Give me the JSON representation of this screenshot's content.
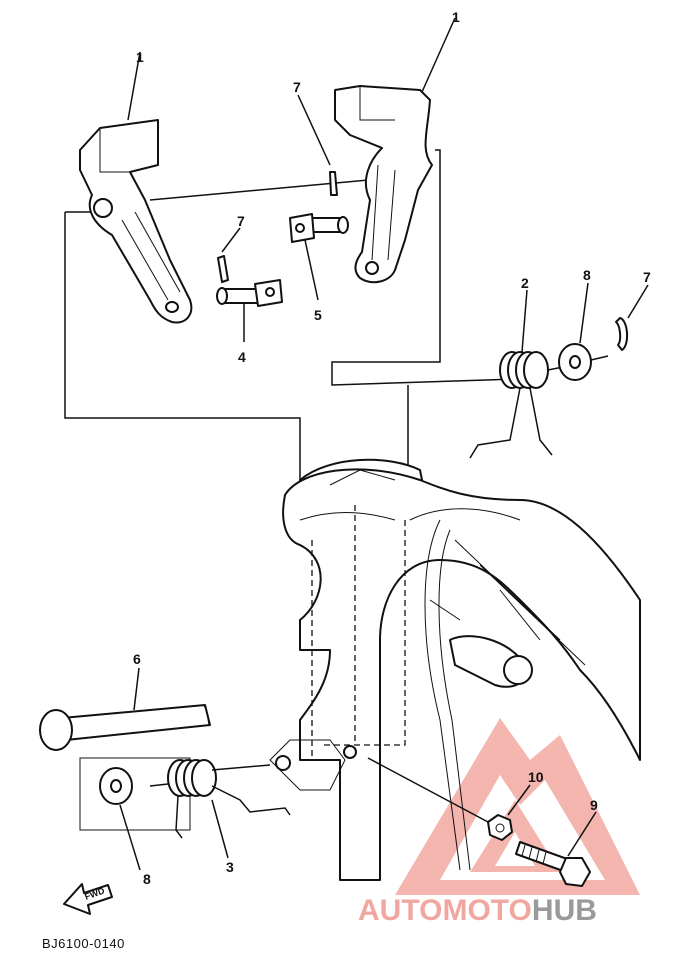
{
  "diagram": {
    "code": "BJ6100-0140",
    "fwd_label": "FWD",
    "callouts": {
      "c1a": "1",
      "c1b": "1",
      "c2": "2",
      "c3": "3",
      "c4": "4",
      "c5": "5",
      "c6": "6",
      "c7a": "7",
      "c7b": "7",
      "c7c": "7",
      "c8a": "8",
      "c8b": "8",
      "c9": "9",
      "c10": "10"
    }
  },
  "watermark": {
    "part1": "AUTOMOTO",
    "part2": "HUB",
    "color_primary": "#f0a7a0",
    "color_secondary": "#9a9a9a"
  }
}
